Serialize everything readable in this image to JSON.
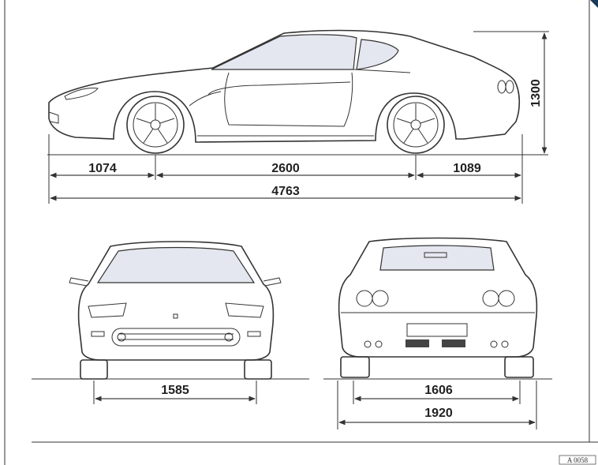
{
  "dimensions": {
    "front_overhang": "1074",
    "wheelbase": "2600",
    "rear_overhang": "1089",
    "overall_length": "4763",
    "height": "1300",
    "front_track": "1585",
    "rear_track": "1606",
    "overall_width": "1920"
  },
  "reference_code": "A 0058"
}
